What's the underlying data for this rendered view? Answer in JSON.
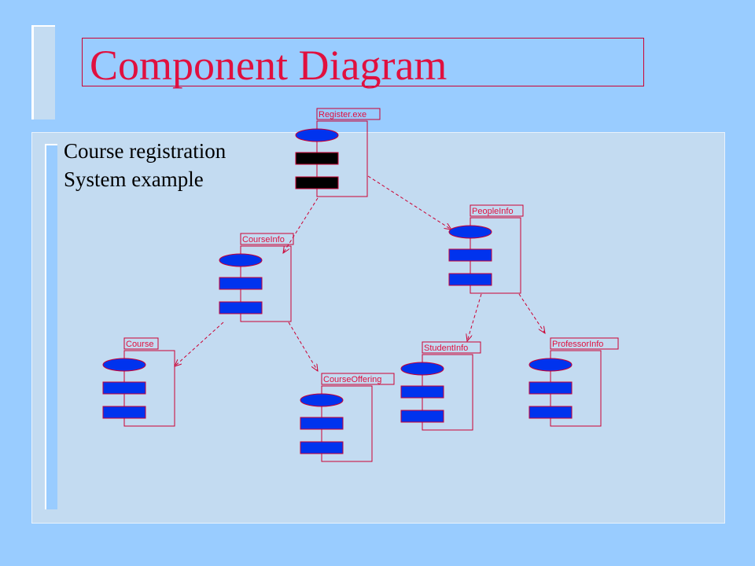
{
  "title": "Component Diagram",
  "subtitle": {
    "line1": "Course registration",
    "line2": "System example"
  },
  "colors": {
    "background": "#99ccff",
    "panel": "#c3dbf1",
    "accent": "#e0103f",
    "line": "#cc0033",
    "ellipse_fill": "#0033ee",
    "rect_fill": "#0033ee",
    "executable_rect_fill": "#000000"
  },
  "components": [
    {
      "id": "register",
      "label": "Register.exe",
      "kind": "executable"
    },
    {
      "id": "courseinfo",
      "label": "CourseInfo",
      "kind": "package"
    },
    {
      "id": "peopleinfo",
      "label": "PeopleInfo",
      "kind": "package"
    },
    {
      "id": "course",
      "label": "Course",
      "kind": "package"
    },
    {
      "id": "courseoffering",
      "label": "CourseOffering",
      "kind": "package"
    },
    {
      "id": "studentinfo",
      "label": "StudentInfo",
      "kind": "package"
    },
    {
      "id": "professorinfo",
      "label": "ProfessorInfo",
      "kind": "package"
    }
  ],
  "dependencies": [
    {
      "from": "register",
      "to": "courseinfo"
    },
    {
      "from": "register",
      "to": "peopleinfo"
    },
    {
      "from": "courseinfo",
      "to": "course"
    },
    {
      "from": "courseinfo",
      "to": "courseoffering"
    },
    {
      "from": "peopleinfo",
      "to": "studentinfo"
    },
    {
      "from": "peopleinfo",
      "to": "professorinfo"
    }
  ]
}
